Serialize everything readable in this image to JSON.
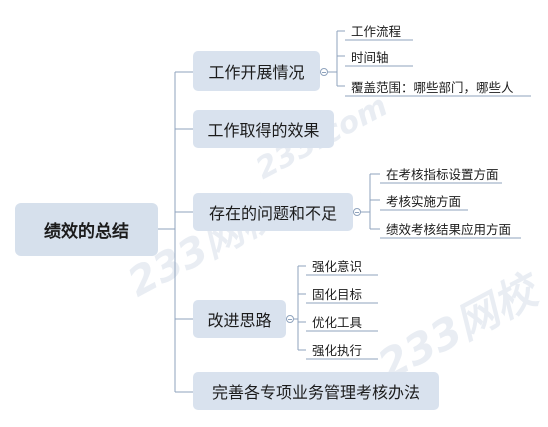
{
  "watermark": {
    "text_main": "233网校",
    "text_small": "233.com"
  },
  "root": {
    "label": "绩效的总结"
  },
  "branches": [
    {
      "label": "工作开展情况",
      "children": [
        "工作流程",
        "时间轴",
        "覆盖范围：哪些部门，哪些人"
      ]
    },
    {
      "label": "工作取得的效果",
      "children": []
    },
    {
      "label": "存在的问题和不足",
      "children": [
        "在考核指标设置方面",
        "考核实施方面",
        "绩效考核结果应用方面"
      ]
    },
    {
      "label": "改进思路",
      "children": [
        "强化意识",
        "固化目标",
        "优化工具",
        "强化执行"
      ]
    },
    {
      "label": "完善各专项业务管理考核办法",
      "children": []
    }
  ],
  "colors": {
    "line": "#8fa3bd",
    "node_fill": "#d9e2ee",
    "watermark": "#cfd9e6"
  }
}
